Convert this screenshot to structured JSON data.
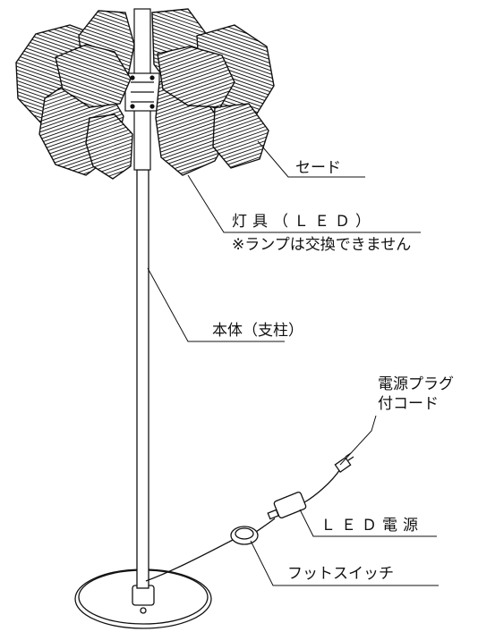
{
  "labels": {
    "shade": "セード",
    "fixture": "灯具（ＬＥＤ）",
    "fixture_note": "※ランプは交換できません",
    "body": "本体（支柱）",
    "cord_line1": "電源プラグ",
    "cord_line2": "付コード",
    "power": "ＬＥＤ電源",
    "foot_switch": "フットスイッチ"
  },
  "colors": {
    "line": "#111111",
    "background": "#ffffff"
  }
}
